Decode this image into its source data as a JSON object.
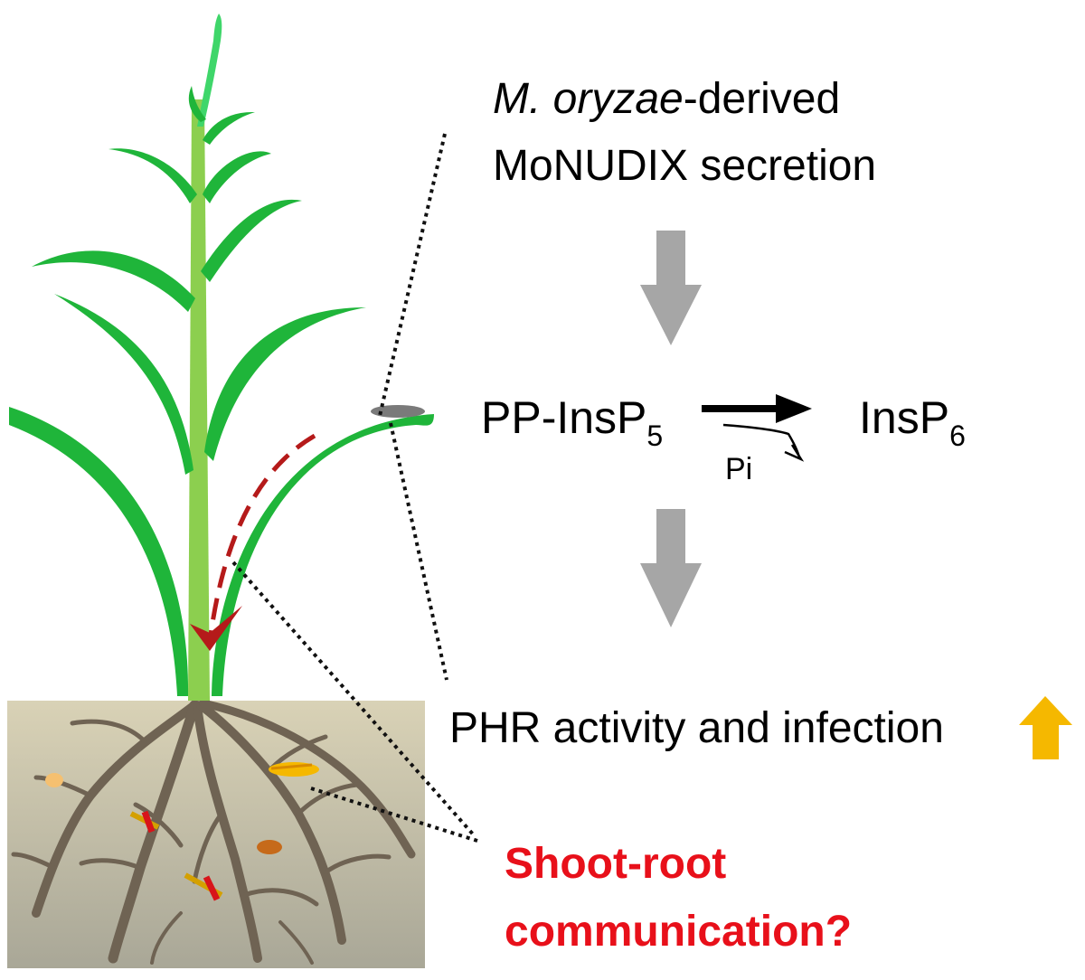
{
  "diagram": {
    "secretion": {
      "organism": "M. oryzae",
      "suffix": "-derived",
      "line2": "MoNUDIX secretion"
    },
    "reaction": {
      "substrate_base": "PP-InsP",
      "substrate_sub": "5",
      "product_base": "InsP",
      "product_sub": "6",
      "byproduct": "Pi"
    },
    "outcome": "PHR activity and infection",
    "question": {
      "line1": "Shoot-root",
      "line2": "communication?"
    }
  },
  "colors": {
    "leaf": "#1fb53a",
    "stem": "#8ccf4f",
    "soil": "#c9c2a8",
    "root": "#6f6353",
    "arrow_grey": "#a6a6a6",
    "transport_arrow": "#b51a1a",
    "up_arrow": "#f5b800",
    "question_text": "#e8101a"
  }
}
